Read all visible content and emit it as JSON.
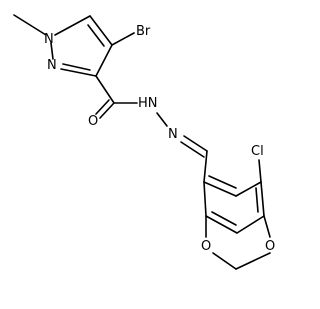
{
  "molecule": {
    "atoms": {
      "N1": "N",
      "N2": "N",
      "Br": "Br",
      "NH": "HN",
      "N_imine": "N",
      "O_carbonyl": "O",
      "Cl": "Cl",
      "O_ring_1": "O",
      "O_ring_2": "O"
    }
  }
}
